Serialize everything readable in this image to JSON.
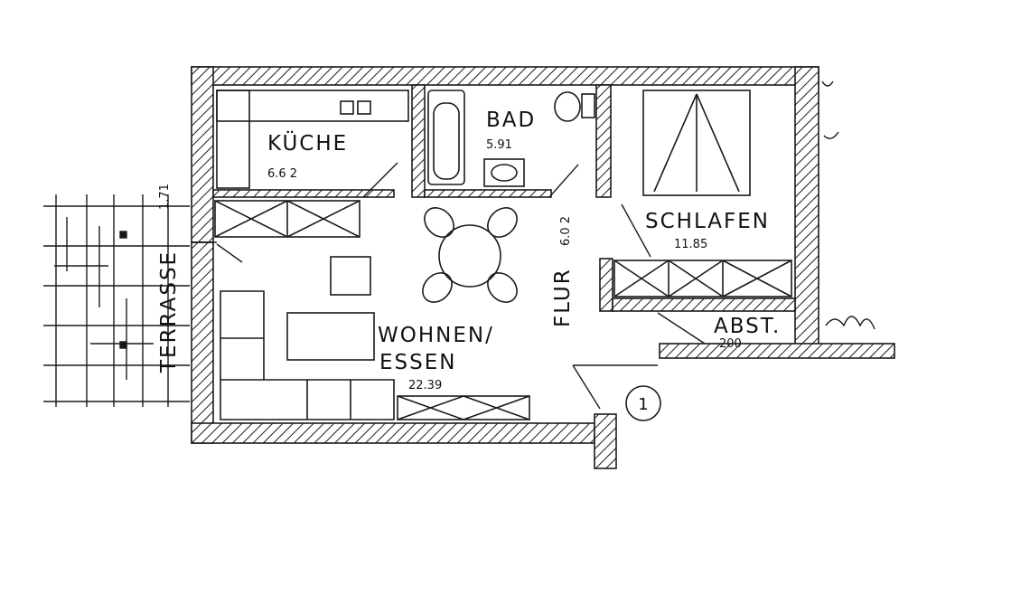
{
  "rooms": {
    "kitchen": {
      "name": "KÜCHE",
      "area": "6.6 2"
    },
    "bath": {
      "name": "BAD",
      "area": "5.91"
    },
    "bedroom": {
      "name": "SCHLAFEN",
      "area": "11.85"
    },
    "living_line1": "WOHNEN/",
    "living_line2": "ESSEN",
    "living_area": "22.39",
    "hall": {
      "name": "FLUR",
      "area": "6.0 2"
    },
    "storage": {
      "name": "ABST.",
      "area": "200"
    }
  },
  "terrace": {
    "label": "TERRASSE",
    "area": "1.71"
  },
  "entrance_marker": "1",
  "colors": {
    "line": "#1a1a1a",
    "background": "#ffffff"
  }
}
